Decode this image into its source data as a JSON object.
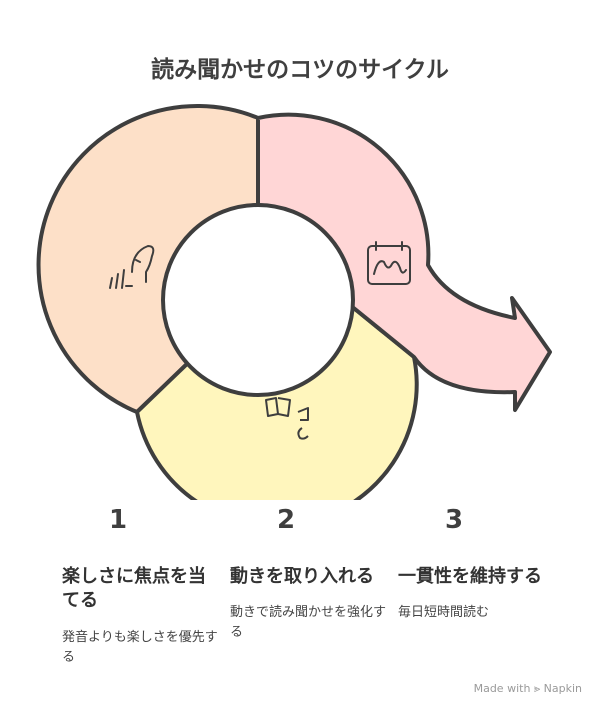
{
  "title": "読み聞かせのコツのサイクル",
  "colors": {
    "segment1": "#fde0c8",
    "segment2": "#fff6bd",
    "segment3": "#ffd6d6",
    "outline": "#3e3e3e"
  },
  "icons": {
    "segment1": "sound-wave-head-icon",
    "segment2": "reading-book-icon",
    "segment3": "calendar-signature-icon"
  },
  "steps": [
    {
      "number": "1",
      "heading": "楽しさに焦点を当てる",
      "description": "発音よりも楽しさを優先する"
    },
    {
      "number": "2",
      "heading": "動きを取り入れる",
      "description": "動きで読み聞かせを強化する"
    },
    {
      "number": "3",
      "heading": "一貫性を維持する",
      "description": "毎日短時間読む"
    }
  ],
  "footer": {
    "made_with": "Made with",
    "brand": "Napkin"
  }
}
